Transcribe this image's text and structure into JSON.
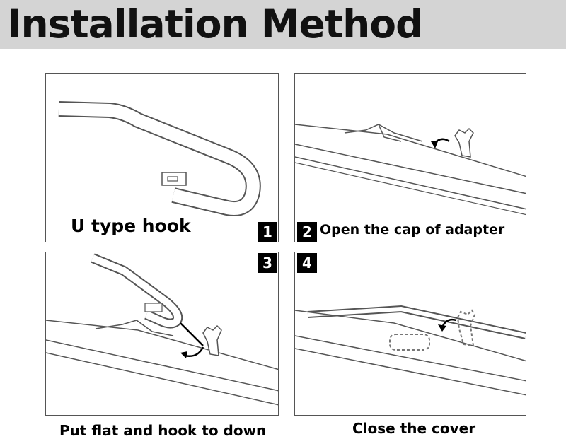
{
  "header": {
    "title": "Installation Method"
  },
  "steps": [
    {
      "number": "1",
      "caption": "U type hook"
    },
    {
      "number": "2",
      "caption": "Open the cap of adapter"
    },
    {
      "number": "3",
      "caption": "Put flat and hook to down"
    },
    {
      "number": "4",
      "caption": "Close the cover"
    }
  ],
  "colors": {
    "header_bg": "#d4d4d4",
    "badge_bg": "#000000",
    "line_art": "#555555"
  }
}
